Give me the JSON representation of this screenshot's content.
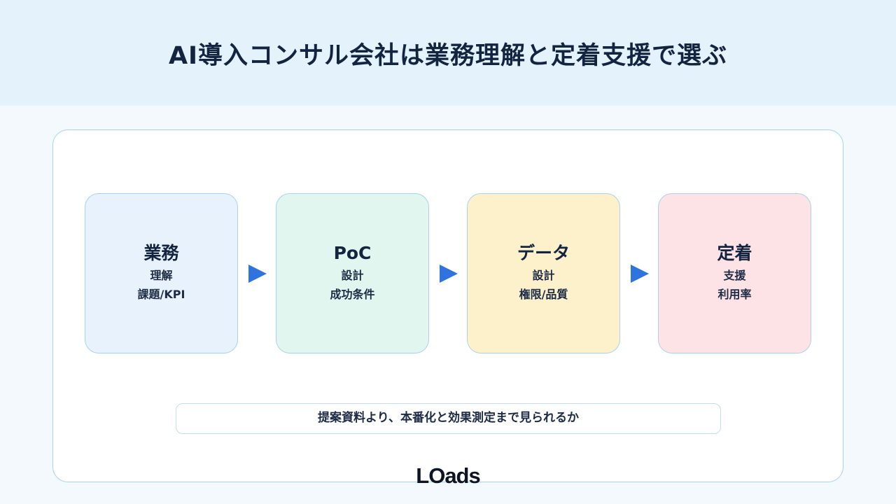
{
  "header": {
    "title": "AI導入コンサル会社は業務理解と定着支援で選ぶ"
  },
  "steps": [
    {
      "title": "業務",
      "line1": "理解",
      "line2": "課題/KPI",
      "color": "#e7f2fc"
    },
    {
      "title": "PoC",
      "line1": "設計",
      "line2": "成功条件",
      "color": "#e0f6ee"
    },
    {
      "title": "データ",
      "line1": "設計",
      "line2": "権限/品質",
      "color": "#fdf1cb"
    },
    {
      "title": "定着",
      "line1": "支援",
      "line2": "利用率",
      "color": "#fde2e6"
    }
  ],
  "note": "提案資料より、本番化と効果測定まで見られるか",
  "logo": "LOads",
  "colors": {
    "header_bg": "#e4f2fc",
    "page_bg": "#f3f9fd",
    "border": "#a9d3ea",
    "arrow": "#2f73de",
    "text": "#132440"
  }
}
